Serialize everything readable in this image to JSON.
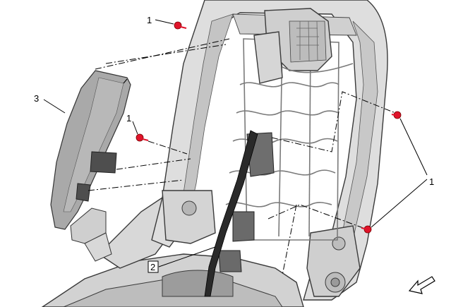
{
  "callouts": {
    "label_1_top": "1",
    "label_1_mid": "1",
    "label_1_right": "1",
    "label_2": "2",
    "label_3": "3"
  },
  "colors": {
    "fastener": "#e0142b",
    "seat_frame": "#dcdcdc",
    "seat_frame_shadow": "#b5b5b5",
    "side_panel": "#a8a8a8",
    "bracket": "#5a5a5a",
    "trim_strip": "#2a2a2a"
  },
  "icons": {
    "direction_arrow": "front-direction-arrow-icon"
  }
}
